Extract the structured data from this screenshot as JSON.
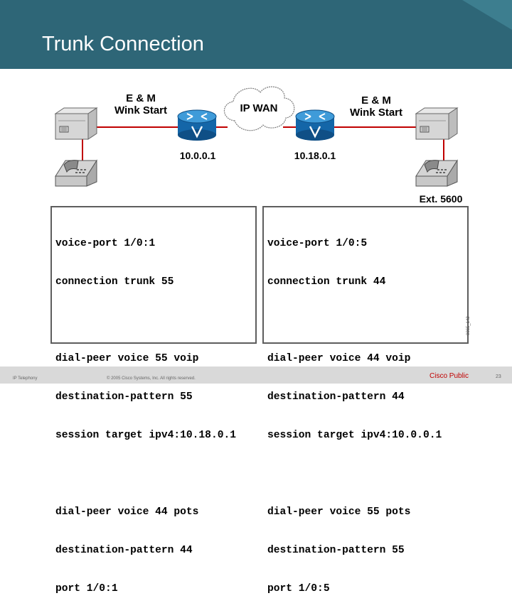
{
  "slide": {
    "title": "Trunk Connection",
    "colors": {
      "header": "#2e6677",
      "link": "#c00000",
      "router": "#1f7bbf",
      "config_border": "#5d5d5d"
    }
  },
  "diagram": {
    "left_signal_label_1": "E & M",
    "left_signal_label_2": "Wink Start",
    "right_signal_label_1": "E & M",
    "right_signal_label_2": "Wink Start",
    "wan_label": "IP WAN",
    "left_router_ip": "10.0.0.1",
    "right_router_ip": "10.18.0.1",
    "right_extension": "Ext. 5600",
    "figure_code": "0065_142",
    "icons": [
      "pbx-icon",
      "phone-icon",
      "voice-router-icon",
      "cloud-icon"
    ]
  },
  "config_left": {
    "lines": [
      "voice-port 1/0:1",
      "connection trunk 55",
      "",
      "dial-peer voice 55 voip",
      "destination-pattern 55",
      "session target ipv4:10.18.0.1",
      "",
      "dial-peer voice 44 pots",
      "destination-pattern 44",
      "port 1/0:1"
    ]
  },
  "config_right": {
    "lines": [
      "voice-port 1/0:5",
      "connection trunk 44",
      "",
      "dial-peer voice 44 voip",
      "destination-pattern 44",
      "session target ipv4:10.0.0.1",
      "",
      "dial-peer voice 55 pots",
      "destination-pattern 55",
      "port 1/0:5"
    ]
  },
  "footer": {
    "course": "IP Telephony",
    "copyright": "© 2005 Cisco Systems, Inc. All rights reserved.",
    "classification": "Cisco Public",
    "page": "23"
  }
}
